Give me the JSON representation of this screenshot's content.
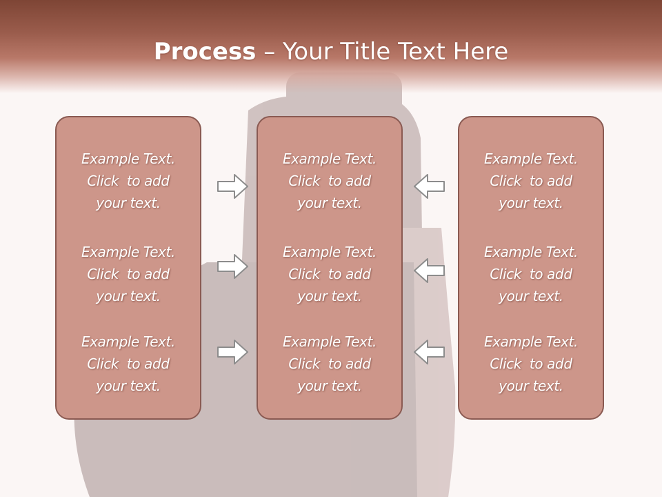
{
  "slide": {
    "title_bold": "Process",
    "title_rest": " – Your Title Text Here"
  },
  "columns": [
    {
      "blocks": [
        {
          "l1": "Example Text.",
          "l2": "Click  to add",
          "l3": "your text."
        },
        {
          "l1": "Example Text.",
          "l2": "Click  to add",
          "l3": "your text."
        },
        {
          "l1": "Example Text.",
          "l2": "Click  to add",
          "l3": "your text."
        }
      ]
    },
    {
      "blocks": [
        {
          "l1": "Example Text.",
          "l2": "Click  to add",
          "l3": "your text."
        },
        {
          "l1": "Example Text.",
          "l2": "Click  to add",
          "l3": "your text."
        },
        {
          "l1": "Example Text.",
          "l2": "Click  to add",
          "l3": "your text."
        }
      ]
    },
    {
      "blocks": [
        {
          "l1": "Example Text.",
          "l2": "Click  to add",
          "l3": "your text."
        },
        {
          "l1": "Example Text.",
          "l2": "Click  to add",
          "l3": "your text."
        },
        {
          "l1": "Example Text.",
          "l2": "Click  to add",
          "l3": "your text."
        }
      ]
    }
  ],
  "icons": {
    "arrow_left_group": "arrow-right-icon",
    "arrow_right_group": "arrow-left-icon"
  },
  "colors": {
    "header": "#9a5c4c",
    "panel_fill": "#cd968a",
    "panel_border": "#8a5a52",
    "text": "#ffffff"
  }
}
